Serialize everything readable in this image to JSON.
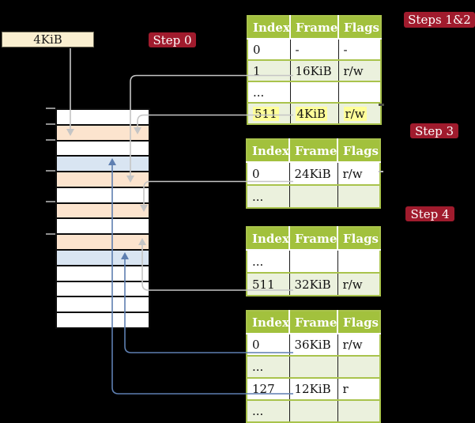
{
  "colors": {
    "page-bg": "#000000",
    "accent-red": "#a01b2d",
    "table-header-green": "#a2c13d",
    "table-border-green": "#a9c34c",
    "row-tint-green": "#ebf1dd",
    "frame-peach": "#fce4ce",
    "frame-blue": "#d9e5f2",
    "box-cream": "#faefd0",
    "highlight-yellow": "#ffff99",
    "line-gray": "#c5c5c5",
    "line-blue": "#5e7fb1"
  },
  "frame_box": {
    "label": "4KiB"
  },
  "steps": {
    "step0": "Step 0",
    "steps12": "Steps 1&2",
    "step3": "Step 3",
    "step4": "Step 4"
  },
  "memory": {
    "rows": [
      {
        "type": "free"
      },
      {
        "type": "pagetable"
      },
      {
        "type": "free"
      },
      {
        "type": "page"
      },
      {
        "type": "pagetable"
      },
      {
        "type": "free"
      },
      {
        "type": "pagetable"
      },
      {
        "type": "free"
      },
      {
        "type": "pagetable"
      },
      {
        "type": "page"
      },
      {
        "type": "free"
      },
      {
        "type": "free"
      },
      {
        "type": "free"
      },
      {
        "type": "free"
      }
    ]
  },
  "tables": [
    {
      "id": "table-steps-1-2",
      "columns": [
        "Index",
        "Frame",
        "Flags"
      ],
      "rows": [
        {
          "cells": [
            "0",
            "-",
            "-"
          ]
        },
        {
          "cells": [
            "1",
            "16KiB",
            "r/w"
          ]
        },
        {
          "cells": [
            "...",
            "",
            ""
          ]
        },
        {
          "cells": [
            "511",
            "4KiB",
            "r/w"
          ]
        }
      ]
    },
    {
      "id": "table-step-3",
      "columns": [
        "Index",
        "Frame",
        "Flags"
      ],
      "rows": [
        {
          "cells": [
            "0",
            "24KiB",
            "r/w"
          ]
        },
        {
          "cells": [
            "...",
            "",
            ""
          ]
        }
      ]
    },
    {
      "id": "table-step-4",
      "columns": [
        "Index",
        "Frame",
        "Flags"
      ],
      "rows": [
        {
          "cells": [
            "...",
            "",
            ""
          ]
        },
        {
          "cells": [
            "511",
            "32KiB",
            "r/w"
          ]
        }
      ]
    },
    {
      "id": "table-final",
      "columns": [
        "Index",
        "Frame",
        "Flags"
      ],
      "rows": [
        {
          "cells": [
            "0",
            "36KiB",
            "r/w"
          ]
        },
        {
          "cells": [
            "...",
            "",
            ""
          ]
        },
        {
          "cells": [
            "127",
            "12KiB",
            "r"
          ]
        },
        {
          "cells": [
            "...",
            "",
            ""
          ]
        }
      ]
    }
  ]
}
